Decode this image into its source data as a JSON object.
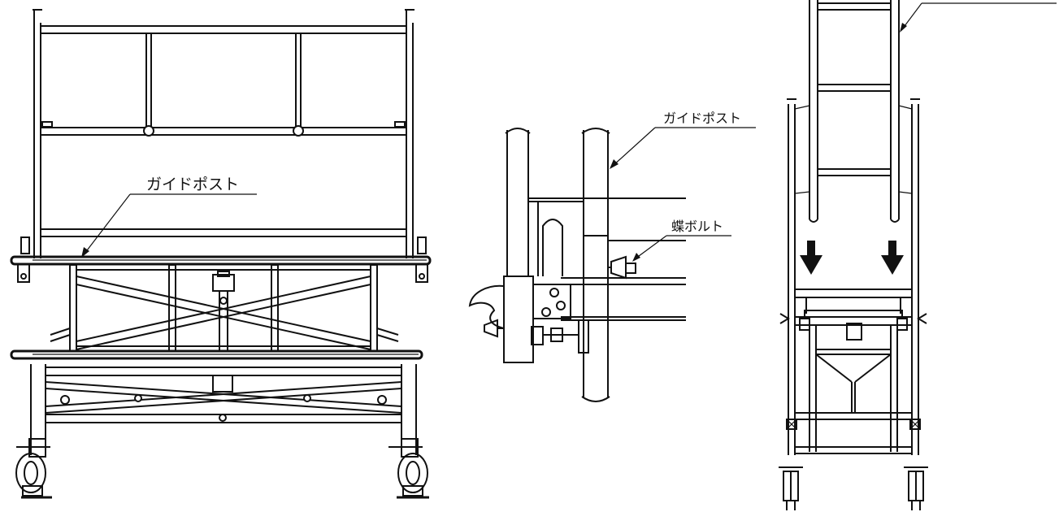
{
  "figure": {
    "labels": {
      "guide_post_front": "ガイドポスト",
      "guide_post_detail": "ガイドポスト",
      "wing_bolt_detail": "蝶ボルト"
    },
    "colors": {
      "line": "#111111",
      "background": "#ffffff"
    },
    "icons": {
      "arrow": "down-arrow-icon"
    }
  }
}
